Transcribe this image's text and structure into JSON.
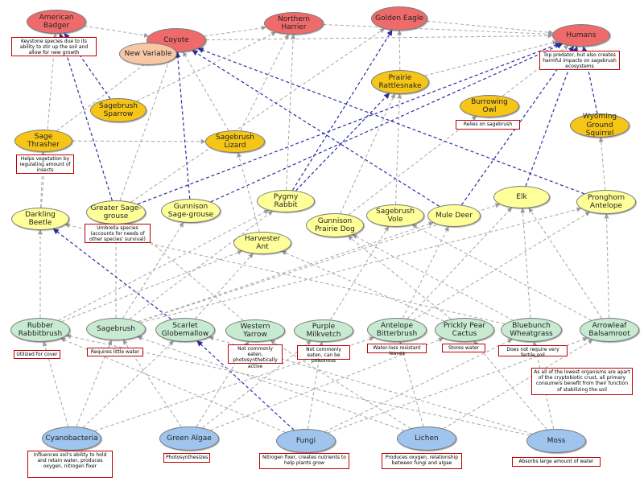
{
  "colors": {
    "top": "#ef6b6b",
    "top_light": "#f8c7a6",
    "mid": "#f5c518",
    "prim": "#ffff99",
    "plant": "#c7ead1",
    "base": "#9fc5ee",
    "dashed_gray": "#a6a6a6",
    "dashed_blue": "#2b2ea0",
    "note_border": "#c00000"
  },
  "nodes": [
    {
      "id": "american-badger",
      "label": "American Badger",
      "tier": "top"
    },
    {
      "id": "coyote",
      "label": "Coyote",
      "tier": "top"
    },
    {
      "id": "new-variable",
      "label": "New Variable",
      "tier": "top_light"
    },
    {
      "id": "northern-harrier",
      "label": "Northern Harrier",
      "tier": "top"
    },
    {
      "id": "golden-eagle",
      "label": "Golden Eagle",
      "tier": "top"
    },
    {
      "id": "humans",
      "label": "Humans",
      "tier": "top"
    },
    {
      "id": "sagebrush-sparrow",
      "label": "Sagebrush Sparrow",
      "tier": "mid"
    },
    {
      "id": "prairie-rattlesnake",
      "label": "Prairie Rattlesnake",
      "tier": "mid"
    },
    {
      "id": "burrowing-owl",
      "label": "Burrowing Owl",
      "tier": "mid"
    },
    {
      "id": "wyoming-ground-squirrel",
      "label": "Wyoming Ground Squirrel",
      "tier": "mid"
    },
    {
      "id": "sage-thrasher",
      "label": "Sage Thrasher",
      "tier": "mid"
    },
    {
      "id": "sagebrush-lizard",
      "label": "Sagebrush Lizard",
      "tier": "mid"
    },
    {
      "id": "darkling-beetle",
      "label": "Darkling Beetle",
      "tier": "prim"
    },
    {
      "id": "greater-sage-grouse",
      "label": "Greater Sage-grouse",
      "tier": "prim"
    },
    {
      "id": "gunnison-sage-grouse",
      "label": "Gunnison Sage-grouse",
      "tier": "prim"
    },
    {
      "id": "pygmy-rabbit",
      "label": "Pygmy Rabbit",
      "tier": "prim"
    },
    {
      "id": "gunnison-prairie-dog",
      "label": "Gunnison Prairie Dog",
      "tier": "prim"
    },
    {
      "id": "sagebrush-vole",
      "label": "Sagebrush Vole",
      "tier": "prim"
    },
    {
      "id": "mule-deer",
      "label": "Mule Deer",
      "tier": "prim"
    },
    {
      "id": "elk",
      "label": "Elk",
      "tier": "prim"
    },
    {
      "id": "pronghorn-antelope",
      "label": "Pronghorn Antelope",
      "tier": "prim"
    },
    {
      "id": "harvester-ant",
      "label": "Harvester Ant",
      "tier": "prim"
    },
    {
      "id": "rubber-rabbitbrush",
      "label": "Rubber Rabbitbrush",
      "tier": "plant"
    },
    {
      "id": "sagebrush",
      "label": "Sagebrush",
      "tier": "plant"
    },
    {
      "id": "scarlet-globemallow",
      "label": "Scarlet Globemallow",
      "tier": "plant"
    },
    {
      "id": "western-yarrow",
      "label": "Western Yarrow",
      "tier": "plant"
    },
    {
      "id": "purple-milkvetch",
      "label": "Purple Milkvetch",
      "tier": "plant"
    },
    {
      "id": "antelope-bitterbrush",
      "label": "Antelope Bitterbrush",
      "tier": "plant"
    },
    {
      "id": "prickly-pear-cactus",
      "label": "Prickly Pear Cactus",
      "tier": "plant"
    },
    {
      "id": "bluebunch-wheatgrass",
      "label": "Bluebunch Wheatgrass",
      "tier": "plant"
    },
    {
      "id": "arrowleaf-balsamroot",
      "label": "Arrowleaf Balsamroot",
      "tier": "plant"
    },
    {
      "id": "cyanobacteria",
      "label": "Cyanobacteria",
      "tier": "base"
    },
    {
      "id": "green-algae",
      "label": "Green Algae",
      "tier": "base"
    },
    {
      "id": "fungi",
      "label": "Fungi",
      "tier": "base"
    },
    {
      "id": "lichen",
      "label": "Lichen",
      "tier": "base"
    },
    {
      "id": "moss",
      "label": "Moss",
      "tier": "base"
    }
  ],
  "notes": [
    {
      "id": "badger",
      "text": "Keystone species due to its ability to stir up the soil and allow for new growth"
    },
    {
      "id": "humans",
      "text": "Top predator, but also creates harmful impacts on sagebrush ecosystems"
    },
    {
      "id": "owl",
      "text": "Relies on sagebrush"
    },
    {
      "id": "thrasher",
      "text": "Helps vegetation by regulating amount of insects"
    },
    {
      "id": "grouse",
      "text": "Umbrella species (accounts for needs of other species' survival)"
    },
    {
      "id": "rabbitbrush",
      "text": "Utilized for cover"
    },
    {
      "id": "sagebrush",
      "text": "Requires little water"
    },
    {
      "id": "yarrow",
      "text": "Not commonly eaten, photosynthetically active"
    },
    {
      "id": "milkvetch",
      "text": "Not commonly eaten, can be poisonous"
    },
    {
      "id": "bitterbrush",
      "text": "Water-loss resistant leaves"
    },
    {
      "id": "cactus",
      "text": "Stores water"
    },
    {
      "id": "wheatgrass",
      "text": "Does not require very fertile soil"
    },
    {
      "id": "crust",
      "text": "As all of the lowest organisms are apart of the cryptobiotic crust, all primary consumers benefit from their function of stabilizing the soil"
    },
    {
      "id": "cyanobacteria",
      "text": "Influences soil's ability to hold and retain water, produces oxygen, nitrogen fixer"
    },
    {
      "id": "algae",
      "text": "Photosynthesizes"
    },
    {
      "id": "fungi",
      "text": "Nitrogen fixer, creates nutrients to help plants grow"
    },
    {
      "id": "lichen",
      "text": "Produces oxygen, relationship between fungi and algae"
    },
    {
      "id": "moss",
      "text": "Absorbs large amount of water"
    }
  ],
  "links": [
    {
      "from": "cyanobacteria",
      "to": "rubber-rabbitbrush",
      "style": "gray"
    },
    {
      "from": "cyanobacteria",
      "to": "sagebrush",
      "style": "gray"
    },
    {
      "from": "cyanobacteria",
      "to": "scarlet-globemallow",
      "style": "gray"
    },
    {
      "from": "cyanobacteria",
      "to": "antelope-bitterbrush",
      "style": "gray"
    },
    {
      "from": "green-algae",
      "to": "western-yarrow",
      "style": "gray"
    },
    {
      "from": "green-algae",
      "to": "sagebrush",
      "style": "gray"
    },
    {
      "from": "green-algae",
      "to": "purple-milkvetch",
      "style": "gray"
    },
    {
      "from": "green-algae",
      "to": "prickly-pear-cactus",
      "style": "gray"
    },
    {
      "from": "fungi",
      "to": "rubber-rabbitbrush",
      "style": "gray"
    },
    {
      "from": "fungi",
      "to": "purple-milkvetch",
      "style": "gray"
    },
    {
      "from": "fungi",
      "to": "bluebunch-wheatgrass",
      "style": "gray"
    },
    {
      "from": "fungi",
      "to": "arrowleaf-balsamroot",
      "style": "gray"
    },
    {
      "from": "fungi",
      "to": "scarlet-globemallow",
      "style": "blue"
    },
    {
      "from": "lichen",
      "to": "western-yarrow",
      "style": "gray"
    },
    {
      "from": "lichen",
      "to": "antelope-bitterbrush",
      "style": "gray"
    },
    {
      "from": "lichen",
      "to": "arrowleaf-balsamroot",
      "style": "gray"
    },
    {
      "from": "lichen",
      "to": "sagebrush",
      "style": "gray"
    },
    {
      "from": "moss",
      "to": "prickly-pear-cactus",
      "style": "gray"
    },
    {
      "from": "moss",
      "to": "bluebunch-wheatgrass",
      "style": "gray"
    },
    {
      "from": "moss",
      "to": "scarlet-globemallow",
      "style": "gray"
    },
    {
      "from": "moss",
      "to": "rubber-rabbitbrush",
      "style": "gray"
    },
    {
      "from": "rubber-rabbitbrush",
      "to": "darkling-beetle",
      "style": "gray"
    },
    {
      "from": "rubber-rabbitbrush",
      "to": "pygmy-rabbit",
      "style": "gray"
    },
    {
      "from": "rubber-rabbitbrush",
      "to": "harvester-ant",
      "style": "gray"
    },
    {
      "from": "sagebrush",
      "to": "greater-sage-grouse",
      "style": "gray"
    },
    {
      "from": "sagebrush",
      "to": "gunnison-sage-grouse",
      "style": "gray"
    },
    {
      "from": "sagebrush",
      "to": "pygmy-rabbit",
      "style": "gray"
    },
    {
      "from": "sagebrush",
      "to": "mule-deer",
      "style": "gray"
    },
    {
      "from": "sagebrush",
      "to": "elk",
      "style": "gray"
    },
    {
      "from": "sagebrush",
      "to": "pronghorn-antelope",
      "style": "gray"
    },
    {
      "from": "scarlet-globemallow",
      "to": "darkling-beetle",
      "style": "blue"
    },
    {
      "from": "scarlet-globemallow",
      "to": "harvester-ant",
      "style": "gray"
    },
    {
      "from": "western-yarrow",
      "to": "greater-sage-grouse",
      "style": "gray"
    },
    {
      "from": "purple-milkvetch",
      "to": "sagebrush-vole",
      "style": "gray"
    },
    {
      "from": "antelope-bitterbrush",
      "to": "mule-deer",
      "style": "gray"
    },
    {
      "from": "antelope-bitterbrush",
      "to": "elk",
      "style": "gray"
    },
    {
      "from": "antelope-bitterbrush",
      "to": "pronghorn-antelope",
      "style": "gray"
    },
    {
      "from": "prickly-pear-cactus",
      "to": "gunnison-prairie-dog",
      "style": "gray"
    },
    {
      "from": "prickly-pear-cactus",
      "to": "harvester-ant",
      "style": "gray"
    },
    {
      "from": "bluebunch-wheatgrass",
      "to": "elk",
      "style": "gray"
    },
    {
      "from": "bluebunch-wheatgrass",
      "to": "gunnison-prairie-dog",
      "style": "gray"
    },
    {
      "from": "bluebunch-wheatgrass",
      "to": "darkling-beetle",
      "style": "gray"
    },
    {
      "from": "arrowleaf-balsamroot",
      "to": "elk",
      "style": "gray"
    },
    {
      "from": "arrowleaf-balsamroot",
      "to": "pronghorn-antelope",
      "style": "gray"
    },
    {
      "from": "arrowleaf-balsamroot",
      "to": "sagebrush-vole",
      "style": "gray"
    },
    {
      "from": "darkling-beetle",
      "to": "sage-thrasher",
      "style": "gray"
    },
    {
      "from": "darkling-beetle",
      "to": "american-badger",
      "style": "gray"
    },
    {
      "from": "greater-sage-grouse",
      "to": "coyote",
      "style": "gray"
    },
    {
      "from": "greater-sage-grouse",
      "to": "golden-eagle",
      "style": "gray"
    },
    {
      "from": "greater-sage-grouse",
      "to": "humans",
      "style": "blue"
    },
    {
      "from": "gunnison-sage-grouse",
      "to": "coyote",
      "style": "blue"
    },
    {
      "from": "gunnison-sage-grouse",
      "to": "humans",
      "style": "blue"
    },
    {
      "from": "pygmy-rabbit",
      "to": "golden-eagle",
      "style": "blue"
    },
    {
      "from": "pygmy-rabbit",
      "to": "prairie-rattlesnake",
      "style": "blue"
    },
    {
      "from": "pygmy-rabbit",
      "to": "northern-harrier",
      "style": "gray"
    },
    {
      "from": "gunnison-prairie-dog",
      "to": "prairie-rattlesnake",
      "style": "gray"
    },
    {
      "from": "gunnison-prairie-dog",
      "to": "burrowing-owl",
      "style": "gray"
    },
    {
      "from": "sagebrush-vole",
      "to": "prairie-rattlesnake",
      "style": "gray"
    },
    {
      "from": "mule-deer",
      "to": "coyote",
      "style": "blue"
    },
    {
      "from": "mule-deer",
      "to": "humans",
      "style": "blue"
    },
    {
      "from": "pronghorn-antelope",
      "to": "coyote",
      "style": "blue"
    },
    {
      "from": "pronghorn-antelope",
      "to": "wyoming-ground-squirrel",
      "style": "gray"
    },
    {
      "from": "elk",
      "to": "humans",
      "style": "blue"
    },
    {
      "from": "harvester-ant",
      "to": "sagebrush-lizard",
      "style": "gray"
    },
    {
      "from": "sage-thrasher",
      "to": "sagebrush-lizard",
      "style": "gray"
    },
    {
      "from": "sage-thrasher",
      "to": "coyote",
      "style": "gray"
    },
    {
      "from": "sagebrush-lizard",
      "to": "coyote",
      "style": "gray"
    },
    {
      "from": "sagebrush-lizard",
      "to": "northern-harrier",
      "style": "gray"
    },
    {
      "from": "sagebrush-sparrow",
      "to": "american-badger",
      "style": "blue"
    },
    {
      "from": "sagebrush-sparrow",
      "to": "northern-harrier",
      "style": "gray"
    },
    {
      "from": "greater-sage-grouse",
      "to": "american-badger",
      "style": "blue"
    },
    {
      "from": "prairie-rattlesnake",
      "to": "golden-eagle",
      "style": "gray"
    },
    {
      "from": "prairie-rattlesnake",
      "to": "humans",
      "style": "gray"
    },
    {
      "from": "burrowing-owl",
      "to": "humans",
      "style": "gray"
    },
    {
      "from": "wyoming-ground-squirrel",
      "to": "humans",
      "style": "blue"
    },
    {
      "from": "american-badger",
      "to": "coyote",
      "style": "gray"
    },
    {
      "from": "coyote",
      "to": "northern-harrier",
      "style": "gray"
    },
    {
      "from": "northern-harrier",
      "to": "humans",
      "style": "gray"
    },
    {
      "from": "golden-eagle",
      "to": "humans",
      "style": "gray"
    },
    {
      "from": "coyote",
      "to": "humans",
      "style": "gray"
    }
  ]
}
